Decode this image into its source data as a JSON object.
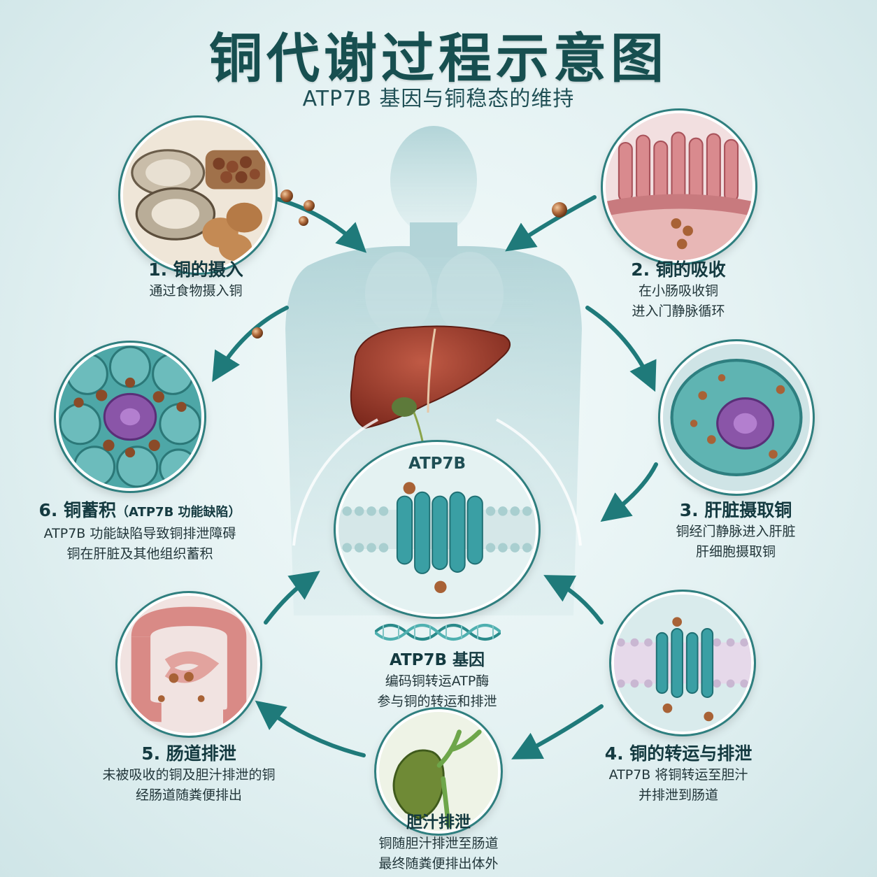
{
  "header": {
    "title": "铜代谢过程示意图",
    "subtitle": "ATP7B 基因与铜稳态的维持"
  },
  "steps": [
    {
      "title": "1. 铜的摄入",
      "lines": [
        "通过食物摄入铜"
      ]
    },
    {
      "title": "2. 铜的吸收",
      "lines": [
        "在小肠吸收铜",
        "进入门静脉循环"
      ]
    },
    {
      "title": "3. 肝脏摄取铜",
      "lines": [
        "铜经门静脉进入肝脏",
        "肝细胞摄取铜"
      ]
    },
    {
      "title": "4. 铜的转运与排泄",
      "lines": [
        "ATP7B 将铜转运至胆汁",
        "并排泄到肠道"
      ]
    },
    {
      "title": "5. 肠道排泄",
      "lines": [
        "未被吸收的铜及胆汁排泄的铜",
        "经肠道随粪便排出"
      ]
    },
    {
      "title": "6. 铜蓄积",
      "title_note": "（ATP7B 功能缺陷）",
      "lines": [
        "ATP7B 功能缺陷导致铜排泄障碍",
        "铜在肝脏及其他组织蓄积"
      ]
    }
  ],
  "center": {
    "protein_label": "ATP7B",
    "gene_title": "ATP7B 基因",
    "gene_lines": [
      "编码铜转运ATP酶",
      "参与铜的转运和排泄"
    ]
  },
  "bile": {
    "title": "胆汁排泄",
    "lines": [
      "铜随胆汁排泄至肠道",
      "最终随粪便排出体外"
    ]
  },
  "colors": {
    "title": "#174f50",
    "accent": "#2a8080",
    "copper": "#9a5a36",
    "liver": "#a3402f",
    "protein": "#3a9fa4"
  }
}
